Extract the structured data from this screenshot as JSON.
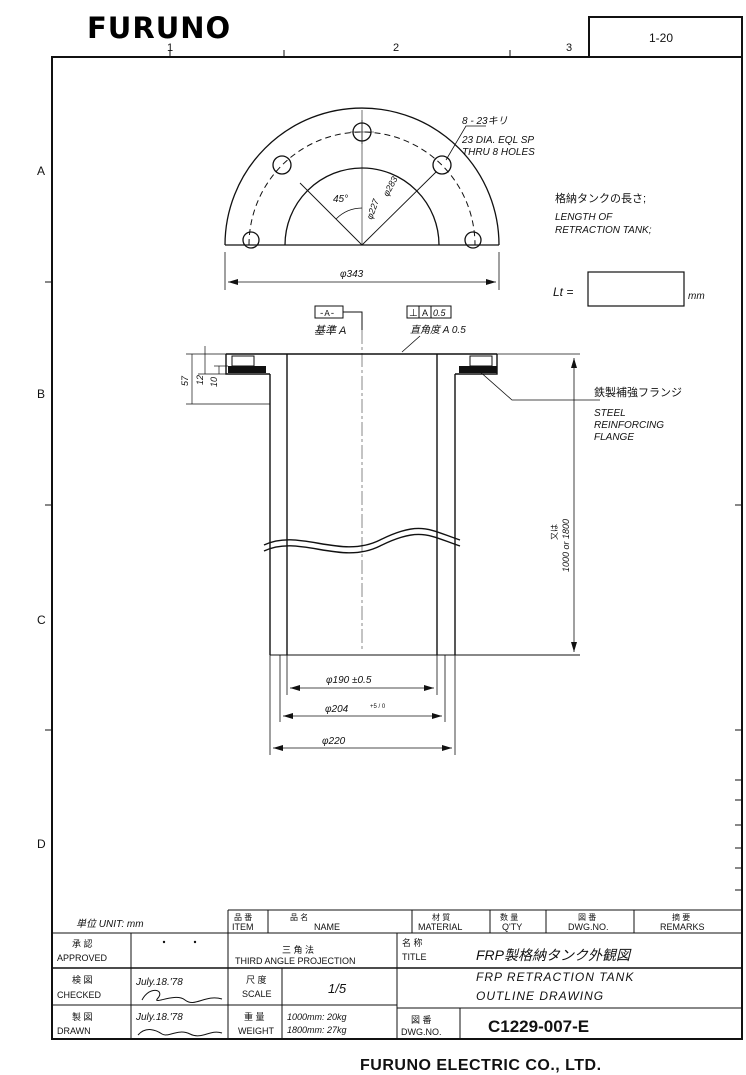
{
  "header": {
    "logo": "FURUNO",
    "page_number": "1-20",
    "zones_top": [
      "1",
      "2",
      "3"
    ],
    "zones_side": [
      "A",
      "B",
      "C",
      "D"
    ]
  },
  "top_view": {
    "holes_callout_jp": "8 - 23キリ",
    "holes_callout_1": "23 DIA. EQL SP",
    "holes_callout_2": "THRU 8 HOLES",
    "angle": "45°",
    "dia_inner": "φ227",
    "dia_pcd": "φ283",
    "dia_outer": "φ343"
  },
  "length_block": {
    "label_jp": "格納タンクの長さ;",
    "label_1": "LENGTH OF",
    "label_2": "RETRACTION TANK;",
    "lt_label": "Lt =",
    "unit": "mm"
  },
  "side_view": {
    "datum_box": "-A-",
    "datum_label": "基準 A",
    "perp_symbol": "⊥",
    "perp_ref": "A",
    "perp_tol": "0.5",
    "perp_label": "直角度 A 0.5",
    "dim_57": "57",
    "dim_12": "12",
    "dim_10": "10",
    "flange_jp": "鉄製補強フランジ",
    "flange_1": "STEEL",
    "flange_2": "REINFORCING",
    "flange_3": "FLANGE",
    "length_dim_1": "又は",
    "length_dim_2": "1000 or 1800",
    "dia_190": "φ190 ±0.5",
    "dia_204": "φ204",
    "dia_204_tol": "+5 / 0",
    "dia_220": "φ220"
  },
  "title_block": {
    "unit_label": "単位 UNIT: mm",
    "item_jp": "品 番",
    "item_en": "ITEM",
    "name_jp": "品    名",
    "name_en": "NAME",
    "material_jp": "材 質",
    "material_en": "MATERIAL",
    "qty_jp": "数 量",
    "qty_en": "Q'TY",
    "dwgno_jp": "図 番",
    "dwgno_en": "DWG.NO.",
    "remarks_jp": "摘 要",
    "remarks_en": "REMARKS",
    "approved_jp": "承 認",
    "approved_en": "APPROVED",
    "checked_jp": "検 図",
    "checked_en": "CHECKED",
    "checked_date": "July.18.'78",
    "drawn_jp": "製 図",
    "drawn_en": "DRAWN",
    "drawn_date": "July.18.'78",
    "projection_jp": "三 角 法",
    "projection_en": "THIRD ANGLE PROJECTION",
    "scale_jp": "尺 度",
    "scale_en": "SCALE",
    "scale_value": "1/5",
    "weight_jp": "重 量",
    "weight_en": "WEIGHT",
    "weight_1": "1000mm: 20kg",
    "weight_2": "1800mm: 27kg",
    "title_jp_label": "名 称",
    "title_en_label": "TITLE",
    "title_jp": "FRP製格納タンク外観図",
    "title_en_1": "FRP  RETRACTION  TANK",
    "title_en_2": "OUTLINE  DRAWING",
    "dwg_jp": "図 番",
    "dwg_en": "DWG.NO.",
    "dwg_number": "C1229-007-E",
    "company": "FURUNO ELECTRIC CO., LTD."
  }
}
